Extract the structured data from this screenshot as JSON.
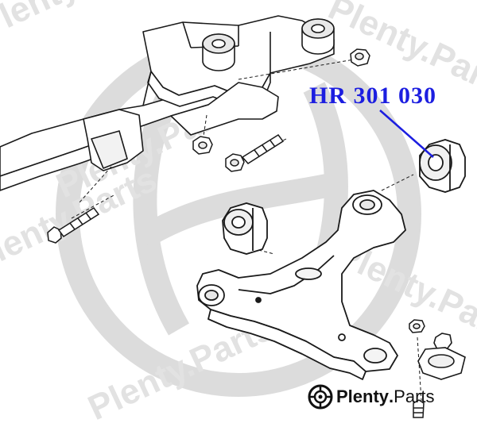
{
  "callout": {
    "part_number": "HR 301 030",
    "color": "#1c1ee0"
  },
  "branding": {
    "name": "Plenty",
    "separator": ".",
    "suffix": "Parts",
    "watermark_text": "Plenty.Parts"
  },
  "colors": {
    "line": "#1a1a1a",
    "watermark": "#dcdcdc",
    "background": "#ffffff"
  }
}
